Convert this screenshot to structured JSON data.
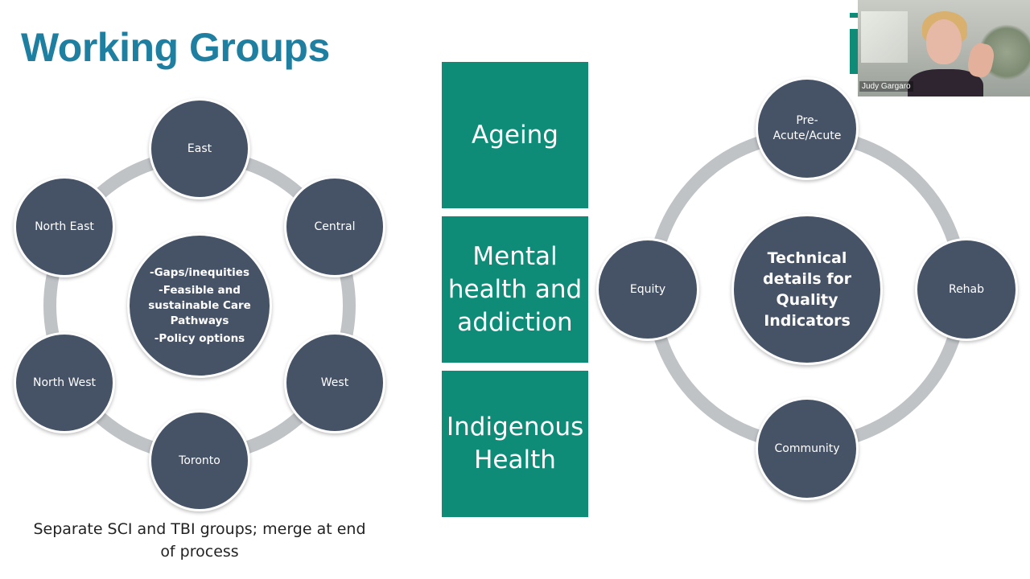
{
  "slide": {
    "title": "Working Groups",
    "regions": {
      "nodes": [
        "East",
        "Central",
        "West",
        "Toronto",
        "North West",
        "North East"
      ],
      "center_lines": [
        "-Gaps/inequities",
        "-Feasible and sustainable Care Pathways",
        "-Policy options"
      ],
      "caption": "Separate SCI and TBI groups; merge at end of process"
    },
    "groups": [
      "Ageing",
      "Mental health and addiction",
      "Indigenous Health"
    ],
    "continuum": {
      "nodes": [
        "Pre-\nAcute/Acute",
        "Rehab",
        "Community",
        "Equity"
      ],
      "center": "Technical details for Quality Indicators"
    }
  },
  "video": {
    "participant_name": "Judy Gargaro"
  },
  "colors": {
    "title": "#1e7fa1",
    "node_fill": "#465366",
    "ring": "#bfc3c6",
    "group_box": "#0f8c78",
    "logo": "#0f8c78"
  }
}
